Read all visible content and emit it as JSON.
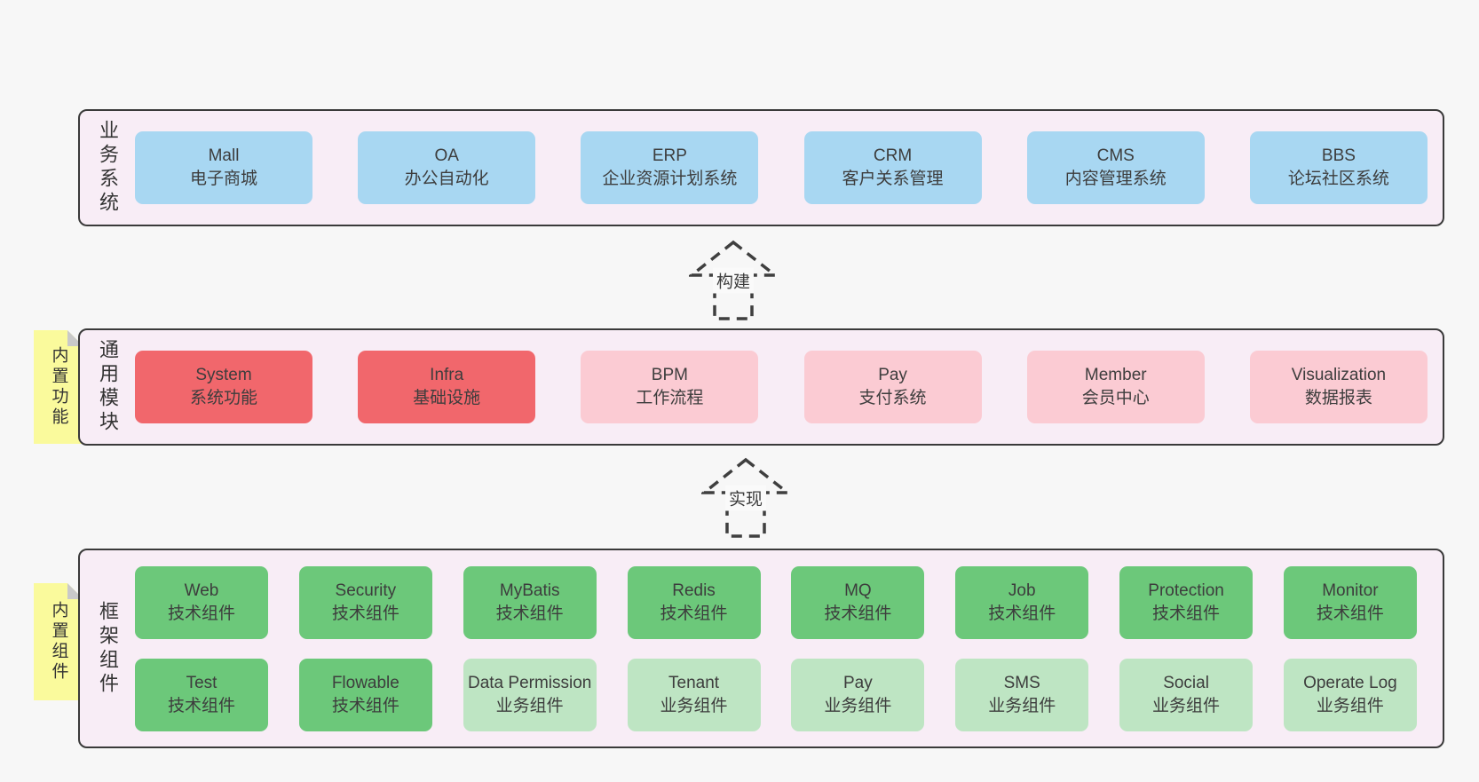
{
  "colors": {
    "background": "#f7f7f7",
    "panel_fill": "#f8edf6",
    "panel_border": "#3a3a3a",
    "business_box": "#a8d7f2",
    "core_module_box": "#f1676c",
    "optional_module_box": "#fbcbd3",
    "tech_component_box": "#6cc87a",
    "biz_component_box": "#bee5c3",
    "sticky_note": "#fafa9c",
    "sticky_fold": "#c9c9c9",
    "text": "#3d3d3d"
  },
  "arrows": [
    {
      "label": "构建"
    },
    {
      "label": "实现"
    }
  ],
  "tiers": [
    {
      "label": "业务系统",
      "rows": [
        [
          {
            "title": "Mall",
            "subtitle": "电子商城",
            "type": "blue"
          },
          {
            "title": "OA",
            "subtitle": "办公自动化",
            "type": "blue"
          },
          {
            "title": "ERP",
            "subtitle": "企业资源计划系统",
            "type": "blue"
          },
          {
            "title": "CRM",
            "subtitle": "客户关系管理",
            "type": "blue"
          },
          {
            "title": "CMS",
            "subtitle": "内容管理系统",
            "type": "blue"
          },
          {
            "title": "BBS",
            "subtitle": "论坛社区系统",
            "type": "blue"
          }
        ]
      ]
    },
    {
      "label": "通用模块",
      "sticky": "内置功能",
      "rows": [
        [
          {
            "title": "System",
            "subtitle": "系统功能",
            "type": "red"
          },
          {
            "title": "Infra",
            "subtitle": "基础设施",
            "type": "red"
          },
          {
            "title": "BPM",
            "subtitle": "工作流程",
            "type": "pink"
          },
          {
            "title": "Pay",
            "subtitle": "支付系统",
            "type": "pink"
          },
          {
            "title": "Member",
            "subtitle": "会员中心",
            "type": "pink"
          },
          {
            "title": "Visualization",
            "subtitle": "数据报表",
            "type": "pink"
          }
        ]
      ]
    },
    {
      "label": "框架组件",
      "sticky": "内置组件",
      "rows": [
        [
          {
            "title": "Web",
            "subtitle": "技术组件",
            "type": "green"
          },
          {
            "title": "Security",
            "subtitle": "技术组件",
            "type": "green"
          },
          {
            "title": "MyBatis",
            "subtitle": "技术组件",
            "type": "green"
          },
          {
            "title": "Redis",
            "subtitle": "技术组件",
            "type": "green"
          },
          {
            "title": "MQ",
            "subtitle": "技术组件",
            "type": "green"
          },
          {
            "title": "Job",
            "subtitle": "技术组件",
            "type": "green"
          },
          {
            "title": "Protection",
            "subtitle": "技术组件",
            "type": "green"
          },
          {
            "title": "Monitor",
            "subtitle": "技术组件",
            "type": "green"
          }
        ],
        [
          {
            "title": "Test",
            "subtitle": "技术组件",
            "type": "green"
          },
          {
            "title": "Flowable",
            "subtitle": "技术组件",
            "type": "green"
          },
          {
            "title": "Data Permission",
            "subtitle": "业务组件",
            "type": "lightgreen"
          },
          {
            "title": "Tenant",
            "subtitle": "业务组件",
            "type": "lightgreen"
          },
          {
            "title": "Pay",
            "subtitle": "业务组件",
            "type": "lightgreen"
          },
          {
            "title": "SMS",
            "subtitle": "业务组件",
            "type": "lightgreen"
          },
          {
            "title": "Social",
            "subtitle": "业务组件",
            "type": "lightgreen"
          },
          {
            "title": "Operate Log",
            "subtitle": "业务组件",
            "type": "lightgreen"
          }
        ]
      ]
    }
  ]
}
